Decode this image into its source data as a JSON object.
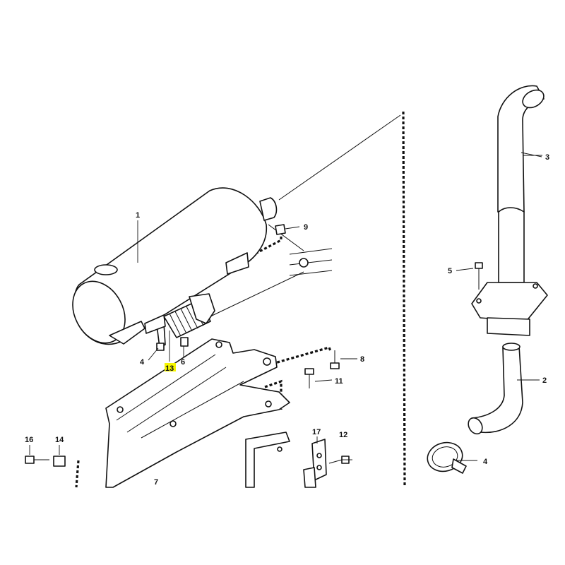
{
  "callouts": [
    {
      "id": "c1",
      "text": "1"
    },
    {
      "id": "c2",
      "text": "2"
    },
    {
      "id": "c3",
      "text": "3"
    },
    {
      "id": "c4a",
      "text": "4"
    },
    {
      "id": "c4b",
      "text": "4"
    },
    {
      "id": "c5",
      "text": "5"
    },
    {
      "id": "c6",
      "text": "6"
    },
    {
      "id": "c7",
      "text": "7"
    },
    {
      "id": "c8",
      "text": "8"
    },
    {
      "id": "c9",
      "text": "9"
    },
    {
      "id": "c11",
      "text": "11"
    },
    {
      "id": "c12",
      "text": "12"
    },
    {
      "id": "c13",
      "text": "13"
    },
    {
      "id": "c14",
      "text": "14"
    },
    {
      "id": "c16",
      "text": "16"
    },
    {
      "id": "c17",
      "text": "17"
    }
  ],
  "highlight": {
    "callout": "13",
    "color": "#f5f500"
  },
  "colors": {
    "line": "#111111",
    "background": "#ffffff"
  }
}
